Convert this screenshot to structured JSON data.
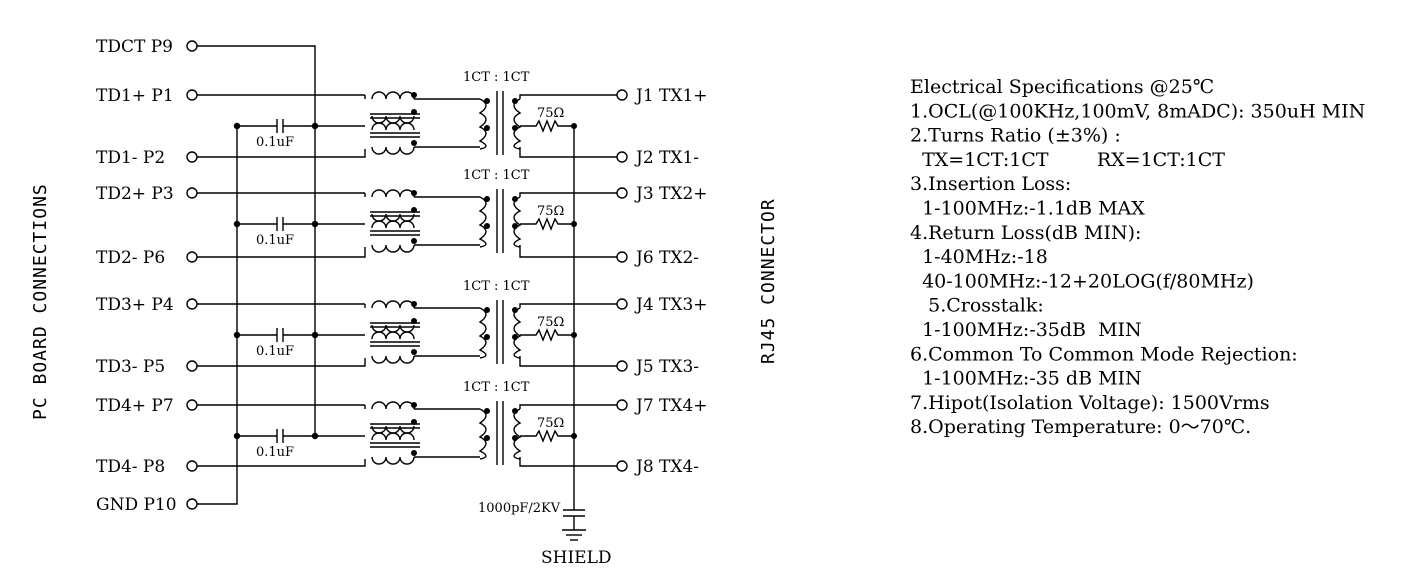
{
  "left_title": "PC BOARD CONNECTIONS",
  "right_title": "RJ45 CONNECTOR",
  "tdct_pin": "TDCT P9",
  "gnd_pin": "GND P10",
  "channels": [
    {
      "plus_pin": "TD1+ P1",
      "minus_pin": "TD1- P2",
      "jp_plus": "J1 TX1+",
      "jp_minus": "J2 TX1-",
      "ratio": "1CT : 1CT",
      "cap": "0.1uF",
      "res": "75Ω"
    },
    {
      "plus_pin": "TD2+ P3",
      "minus_pin": "TD2- P6",
      "jp_plus": "J3 TX2+",
      "jp_minus": "J6 TX2-",
      "ratio": "1CT : 1CT",
      "cap": "0.1uF",
      "res": "75Ω"
    },
    {
      "plus_pin": "TD3+ P4",
      "minus_pin": "TD3- P5",
      "jp_plus": "J4 TX3+",
      "jp_minus": "J5 TX3-",
      "ratio": "1CT : 1CT",
      "cap": "0.1uF",
      "res": "75Ω"
    },
    {
      "plus_pin": "TD4+ P7",
      "minus_pin": "TD4- P8",
      "jp_plus": "J7 TX4+",
      "jp_minus": "J8 TX4-",
      "ratio": "1CT : 1CT",
      "cap": "0.1uF",
      "res": "75Ω"
    }
  ],
  "shield_cap": "1000pF/2KV",
  "shield_label": "SHIELD",
  "specs": [
    "Electrical Specifications @25℃",
    "1.OCL(@100KHz,100mV, 8mADC): 350uH MIN",
    "2.Turns Ratio (±3%) :",
    "  TX=1CT:1CT        RX=1CT:1CT",
    "3.Insertion Loss:",
    "  1-100MHz:-1.1dB MAX",
    "4.Return Loss(dB MIN):",
    "  1-40MHz:-18",
    "  40-100MHz:-12+20LOG(f/80MHz)",
    "   5.Crosstalk:",
    "  1-100MHz:-35dB  MIN",
    "6.Common To Common Mode Rejection:",
    "  1-100MHz:-35 dB MIN",
    "7.Hipot(Isolation Voltage): 1500Vrms",
    "8.Operating Temperature: 0～70℃."
  ]
}
